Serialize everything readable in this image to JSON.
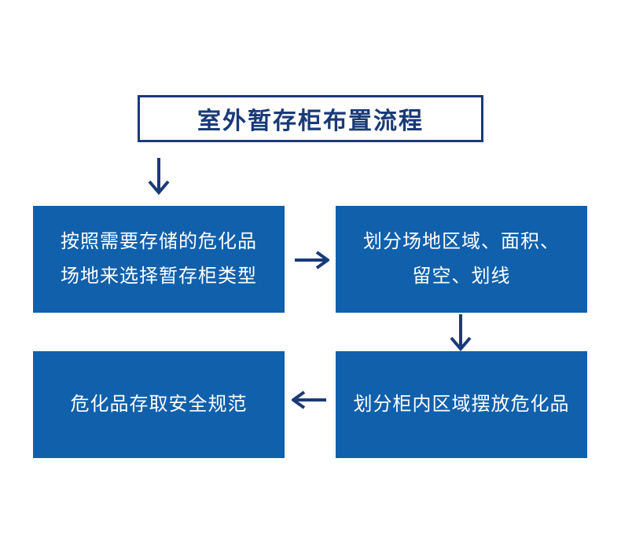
{
  "colors": {
    "accent_navy": "#193a77",
    "box_blue": "#1060ac",
    "box_text": "#ffffff",
    "background": "#ffffff"
  },
  "title": {
    "label": "室外暂存柜布置流程"
  },
  "steps": [
    {
      "id": "choose-cabinet-type",
      "lines": [
        "按照需要存储的危化品",
        "场地来选择暂存柜类型"
      ]
    },
    {
      "id": "divide-site-area",
      "lines": [
        "划分场地区域、面积、",
        "留空、划线"
      ]
    },
    {
      "id": "arrange-hazmat-in-cabinet",
      "lines": [
        "划分柜内区域摆放危化品"
      ]
    },
    {
      "id": "hazmat-access-safety",
      "lines": [
        "危化品存取安全规范"
      ]
    }
  ],
  "arrows": [
    {
      "name": "arrow-title-to-step1",
      "direction": "down"
    },
    {
      "name": "arrow-step1-to-step2",
      "direction": "right"
    },
    {
      "name": "arrow-step2-to-step3",
      "direction": "down"
    },
    {
      "name": "arrow-step3-to-step4",
      "direction": "left"
    }
  ]
}
